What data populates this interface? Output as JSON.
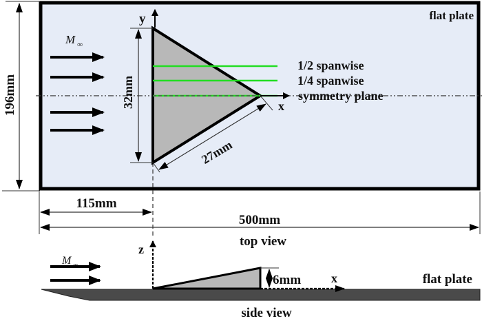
{
  "colors": {
    "plate_fill": "#e6ecf7",
    "plate_border": "#000000",
    "wing_fill": "#b8b8b8",
    "spanwise_line": "#22dd22",
    "side_plate": "#4a4a4a",
    "dimension_line": "#333333"
  },
  "top_view": {
    "plate_label": "flat plate",
    "freestream_label": "M",
    "freestream_subscript": "∞",
    "axis_y": "y",
    "axis_x": "x",
    "lines": {
      "half_spanwise": "1/2 spanwise",
      "quarter_spanwise": "1/4 spanwise",
      "symmetry": "symmetry plane"
    },
    "dimensions": {
      "plate_width": "196mm",
      "wing_span": "32mm",
      "wing_edge": "27mm",
      "leading_offset": "115mm",
      "plate_length": "500mm"
    },
    "caption": "top view"
  },
  "side_view": {
    "freestream_label": "M",
    "freestream_subscript": "∞",
    "axis_z": "z",
    "axis_x": "x",
    "height_dim": "6mm",
    "plate_label": "flat plate",
    "caption": "side view"
  }
}
